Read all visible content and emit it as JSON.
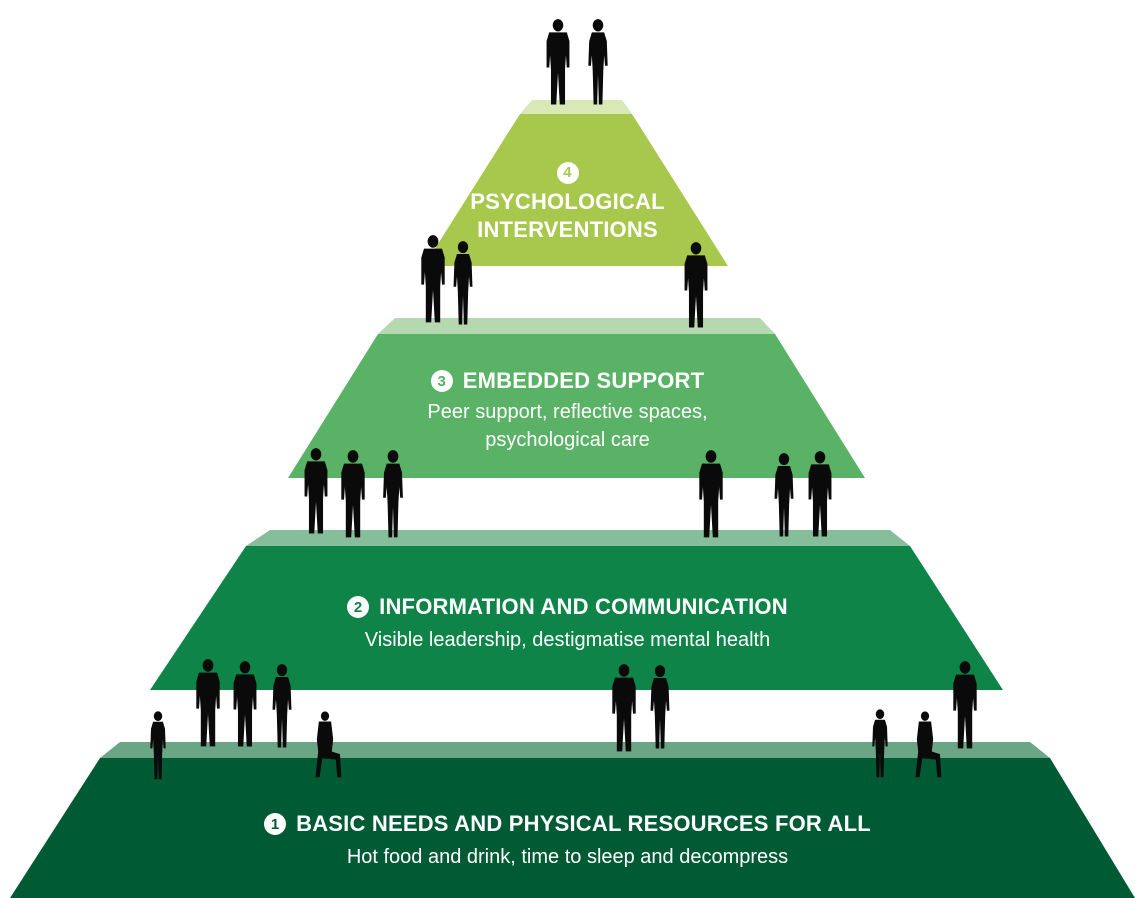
{
  "tiers": [
    {
      "number": "1",
      "title": "BASIC NEEDS AND PHYSICAL RESOURCES FOR ALL",
      "subtitle": "Hot food and drink, time to sleep and decompress",
      "color": "#005a34",
      "top_color": "#6aa585"
    },
    {
      "number": "2",
      "title": "INFORMATION AND COMMUNICATION",
      "subtitle": "Visible leadership, destigmatise mental health",
      "color": "#0f8448",
      "top_color": "#86bd9a"
    },
    {
      "number": "3",
      "title": "EMBEDDED SUPPORT",
      "subtitle_lines": [
        "Peer support, reflective spaces,",
        "psychological care"
      ],
      "color": "#59b266",
      "top_color": "#b6d8b1"
    },
    {
      "number": "4",
      "title_lines": [
        "PSYCHOLOGICAL",
        "INTERVENTIONS"
      ],
      "color": "#a7c84d",
      "top_color": "#d9e8b6"
    }
  ],
  "figure_color": "#0a0a0a"
}
